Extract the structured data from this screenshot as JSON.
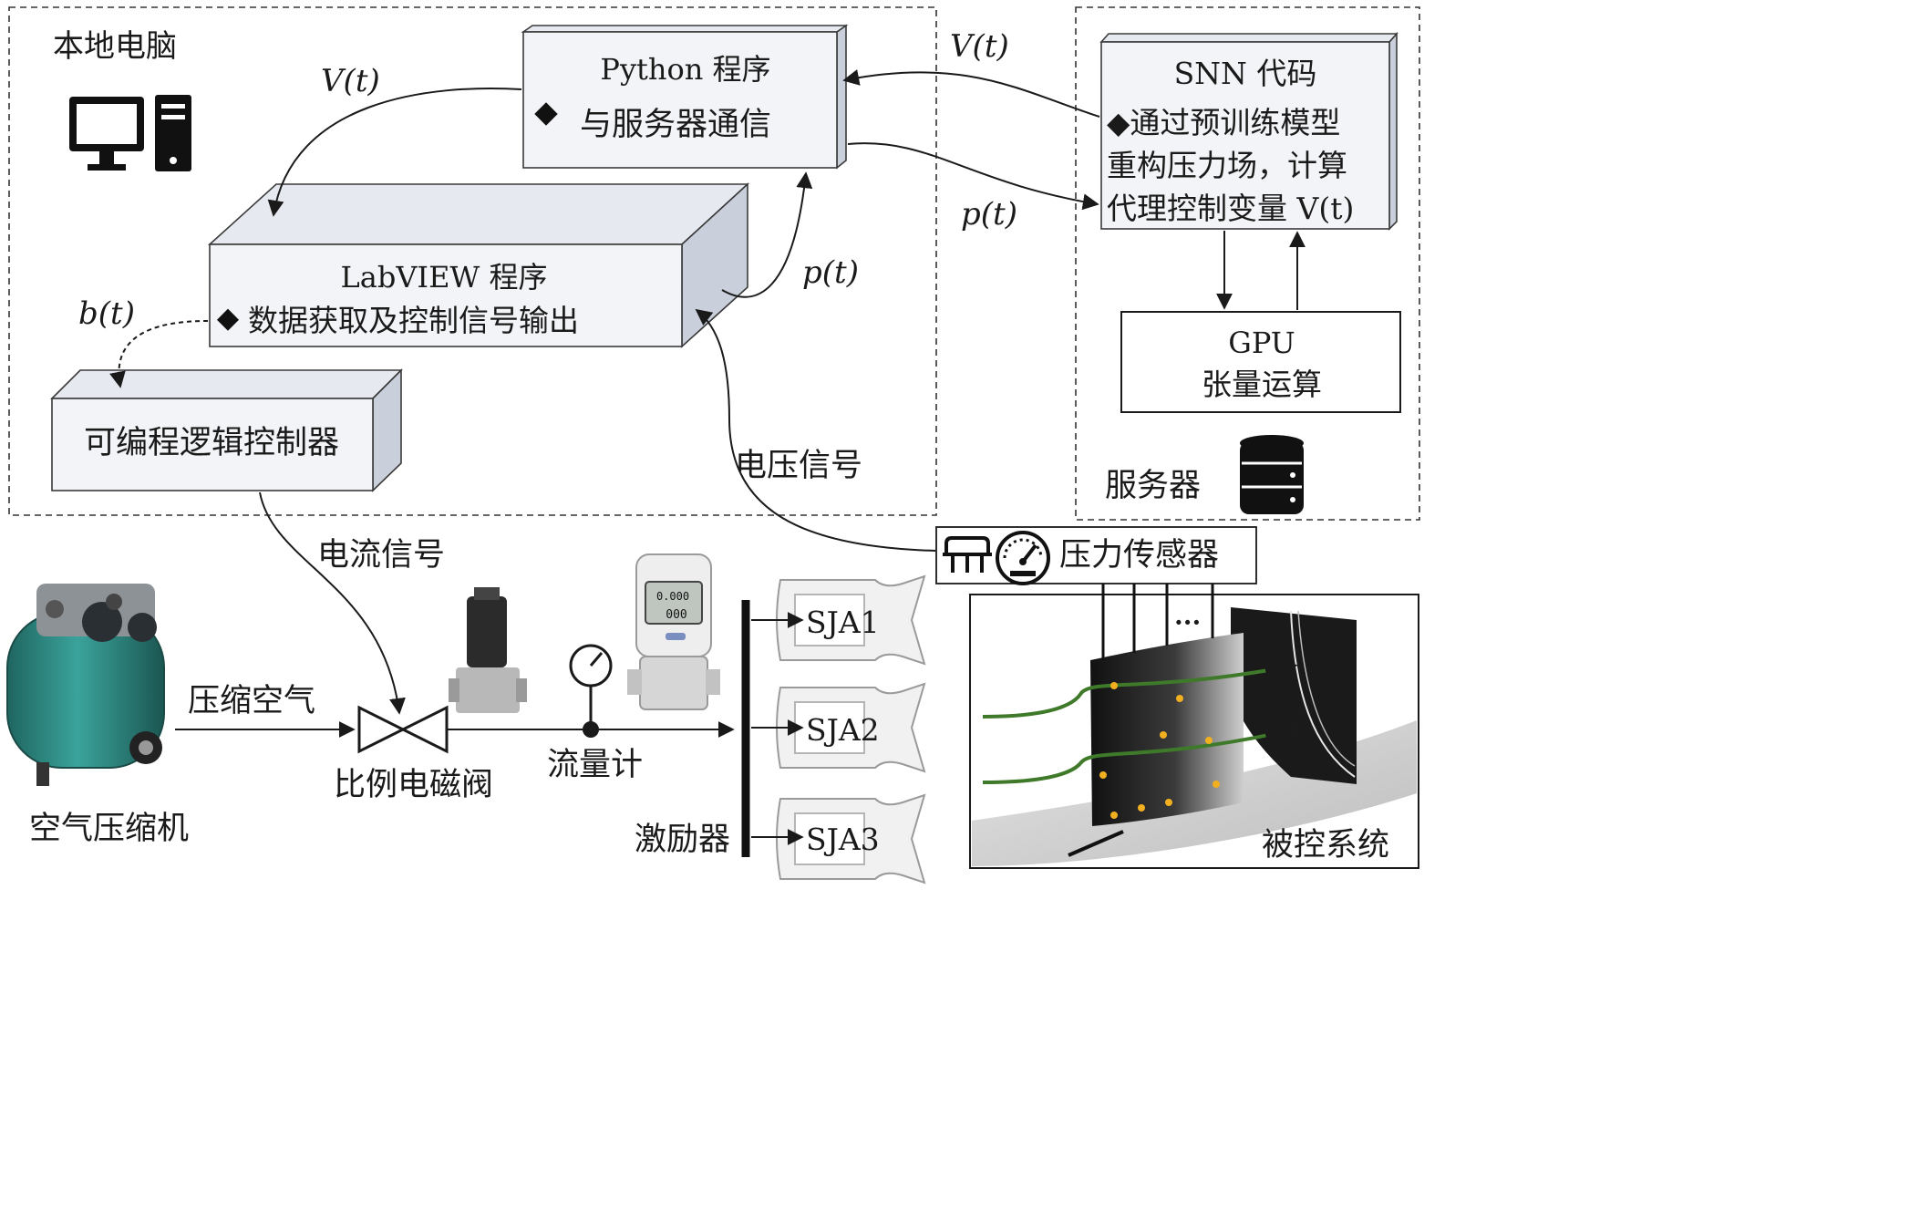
{
  "local_pc": {
    "label": "本地电脑"
  },
  "python_box": {
    "title": "Python 程序",
    "item": "与服务器通信"
  },
  "labview_box": {
    "title": "LabVIEW 程序",
    "item": "数据获取及控制信号输出"
  },
  "plc_box": {
    "label": "可编程逻辑控制器"
  },
  "snn_box": {
    "title": "SNN 代码",
    "line1": "◆通过预训练模型",
    "line2": "重构压力场，计算",
    "line3": "代理控制变量 V(t)"
  },
  "gpu_box": {
    "title": "GPU",
    "subtitle": "张量运算"
  },
  "server": {
    "label": "服务器"
  },
  "signals": {
    "v_t_left": "V(t)",
    "v_t_right": "V(t)",
    "p_t_mid": "p(t)",
    "p_t_right": "p(t)",
    "b_t": "b(t)",
    "voltage_signal": "电压信号",
    "current_signal": "电流信号"
  },
  "pressure_sensor": {
    "label": "压力传感器"
  },
  "hardware": {
    "compressed_air": "压缩空气",
    "air_compressor": "空气压缩机",
    "valve": "比例电磁阀",
    "flowmeter": "流量计",
    "flowmeter_display_top": "0.000",
    "flowmeter_display_bottom": "000",
    "actuator": "激励器",
    "sja1": "SJA1",
    "sja2": "SJA2",
    "sja3": "SJA3",
    "controlled_system": "被控系统",
    "ellipsis": "···"
  },
  "colors": {
    "box_face": "#f3f4f7",
    "box_side": "#c9cfdb",
    "streamline": "#3f7a2a",
    "sensor_point": "#f0b020",
    "tank": "#2f8a84"
  }
}
